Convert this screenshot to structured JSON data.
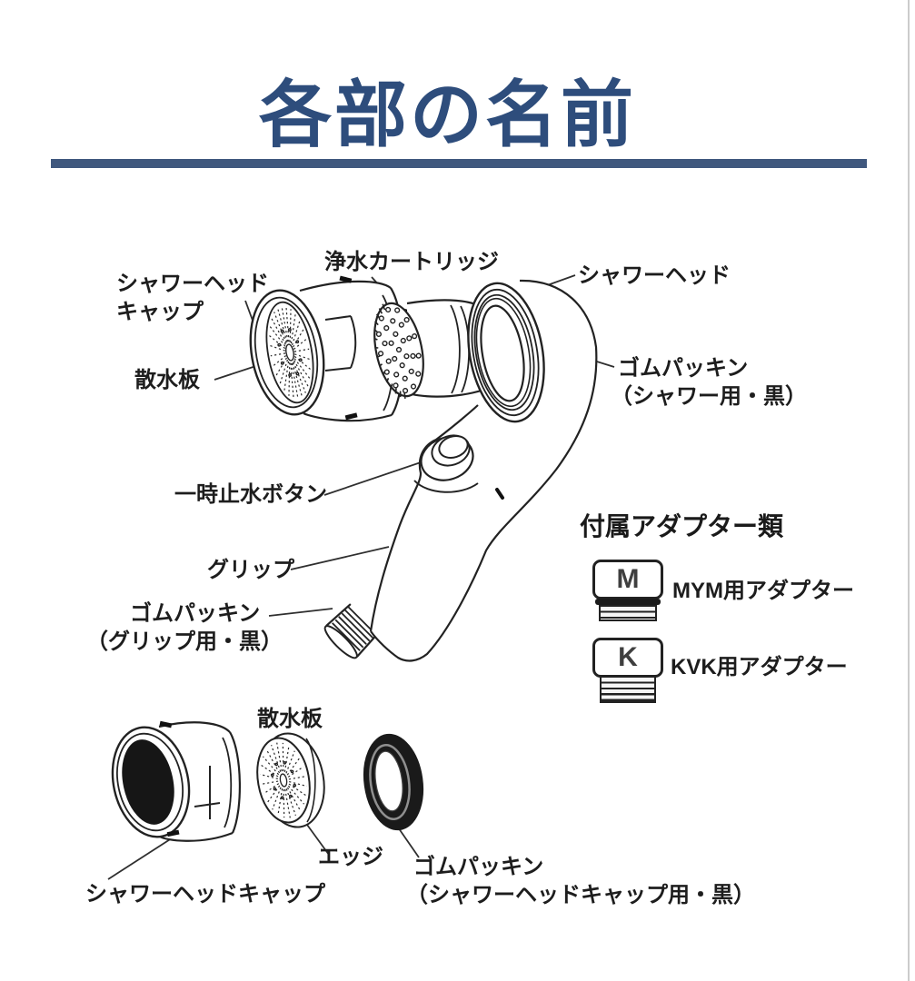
{
  "title": "各部の名前",
  "colors": {
    "title": "#2e4d7c",
    "rule": "#40587e",
    "ink": "#1f1f1f"
  },
  "top_diagram": {
    "cap": {
      "line1": "シャワーヘッド",
      "line2": "キャップ"
    },
    "cartridge": "浄水カートリッジ",
    "head": "シャワーヘッド",
    "spray_plate": "散水板",
    "packing_shower": {
      "line1": "ゴムパッキン",
      "line2": "（シャワー用・黒）"
    },
    "pause_button": "一時止水ボタン",
    "grip": "グリップ",
    "packing_grip": {
      "line1": "ゴムパッキン",
      "line2": "（グリップ用・黒）"
    }
  },
  "adapters": {
    "heading": "付属アダプター類",
    "items": [
      {
        "mark": "M",
        "label": "MYM用アダプター"
      },
      {
        "mark": "K",
        "label": "KVK用アダプター"
      }
    ]
  },
  "bottom_diagram": {
    "spray_plate": "散水板",
    "edge": "エッジ",
    "cap": "シャワーヘッドキャップ",
    "packing_cap": {
      "line1": "ゴムパッキン",
      "line2": "（シャワーヘッドキャップ用・黒）"
    }
  }
}
